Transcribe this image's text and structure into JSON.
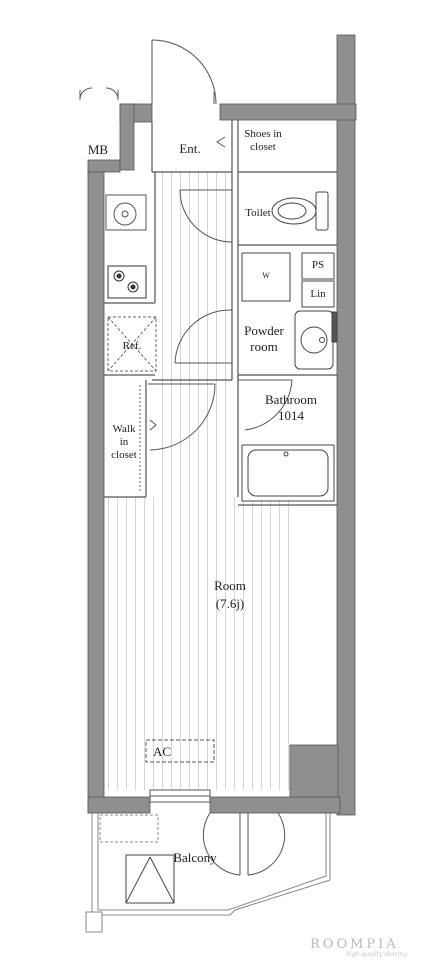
{
  "plan": {
    "rooms": {
      "mb": "MB",
      "ent": "Ent.",
      "shoes_closet": "Shoes in\ncloset",
      "toilet": "Toilet",
      "ps": "PS",
      "lin": "Lin",
      "washer": "W",
      "refrigerator": "Ref.",
      "powder_room": "Powder\nroom",
      "bathroom": "Bathroom\n1014",
      "walk_in_closet": "Walk\nin\ncloset",
      "room": "Room\n(7.6j)",
      "ac": "AC",
      "balcony": "Balcony"
    },
    "watermark": {
      "brand": "ROOMPIA",
      "tagline": "high-quality sharing"
    }
  }
}
